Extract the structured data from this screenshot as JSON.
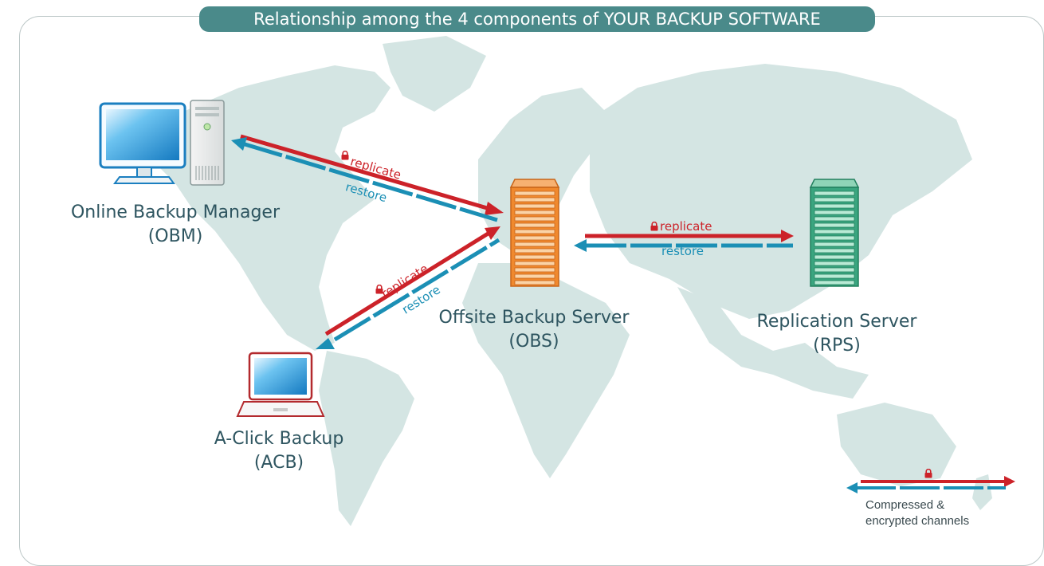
{
  "title": "Relationship among the 4 components of YOUR BACKUP SOFTWARE",
  "components": {
    "obm": {
      "name": "Online Backup Manager",
      "abbr": "(OBM)"
    },
    "acb": {
      "name": "A-Click Backup",
      "abbr": "(ACB)"
    },
    "obs": {
      "name": "Offsite Backup Server",
      "abbr": "(OBS)"
    },
    "rps": {
      "name": "Replication Server",
      "abbr": "(RPS)"
    }
  },
  "channels": {
    "replicate_label": "replicate",
    "restore_label": "restore"
  },
  "legend": {
    "line1": "Compressed &",
    "line2": "encrypted channels"
  },
  "colors": {
    "replicate": "#cc2229",
    "restore": "#1b8fb5",
    "banner": "#4a8a8a",
    "map": "#d4e5e3",
    "obs_server": "#f0892e",
    "rps_server": "#3aa57f"
  },
  "icons": [
    "desktop-computer-icon",
    "laptop-icon",
    "server-rack-icon",
    "lock-icon"
  ]
}
